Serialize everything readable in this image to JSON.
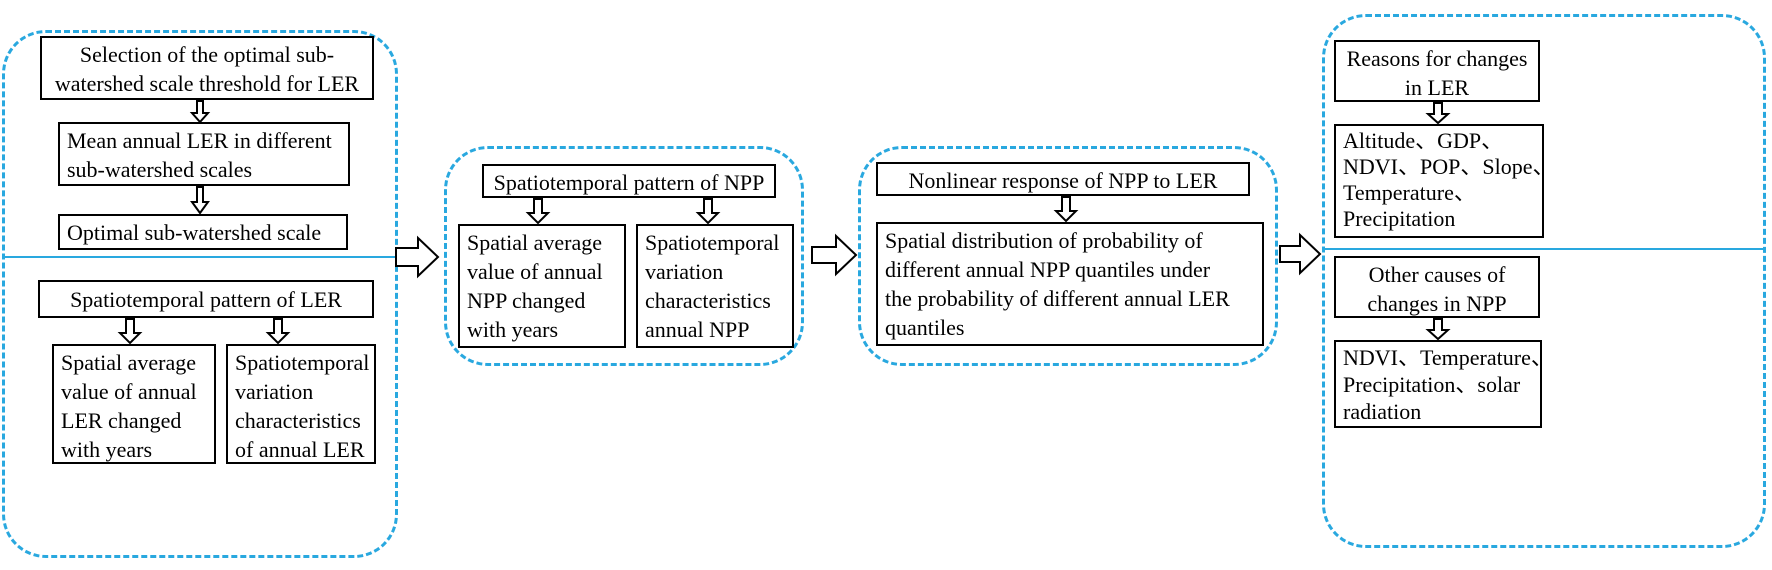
{
  "colors": {
    "dash_border": "#29a8df",
    "box_border": "#000000",
    "background": "#ffffff"
  },
  "group1": {
    "selection": [
      "Selection of the optimal sub-",
      "watershed scale threshold for LER"
    ],
    "mean_annual": [
      "Mean annual LER in different",
      "sub-watershed scales"
    ],
    "optimal_scale": "Optimal sub-watershed scale",
    "pattern_ler": "Spatiotemporal pattern of LER",
    "spatial_avg_ler": [
      "Spatial average",
      "value of annual",
      "LER changed",
      "with years"
    ],
    "variation_ler": [
      "Spatiotemporal",
      "variation",
      "characteristics",
      "of annual LER"
    ]
  },
  "group2": {
    "pattern_npp": "Spatiotemporal pattern of NPP",
    "spatial_avg_npp": [
      "Spatial average",
      "value of annual",
      "NPP changed",
      "with years"
    ],
    "variation_npp": [
      "Spatiotemporal",
      "variation",
      "characteristics",
      "annual NPP"
    ]
  },
  "group3": {
    "nonlinear": "Nonlinear response of NPP to LER",
    "distribution": [
      "Spatial distribution of probability of",
      "different annual NPP quantiles under",
      "the probability of different annual LER",
      "quantiles"
    ]
  },
  "group4": {
    "reasons_ler": [
      "Reasons for changes",
      "in LER"
    ],
    "factors_ler": [
      "Altitude、GDP、",
      "NDVI、POP、Slope、",
      "Temperature、",
      "Precipitation"
    ],
    "other_causes": [
      "Other causes of",
      "changes in NPP"
    ],
    "factors_npp": [
      "NDVI、Temperature、",
      "Precipitation、solar",
      "radiation"
    ]
  }
}
